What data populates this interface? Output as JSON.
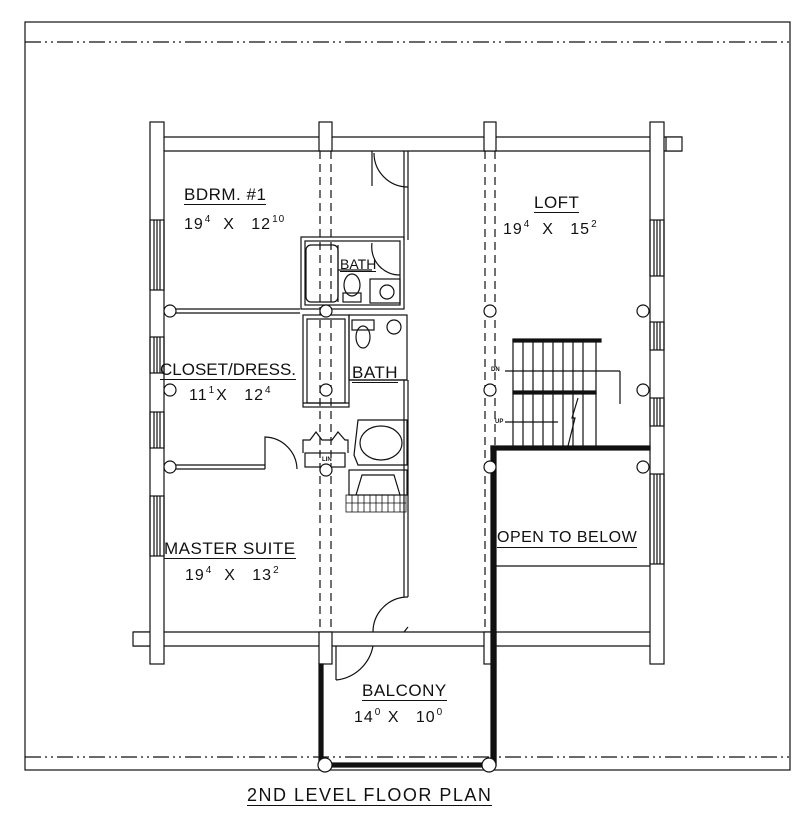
{
  "drawing": {
    "title": "2ND LEVEL FLOOR PLAN",
    "line_color": "#111111",
    "background": "#ffffff"
  },
  "rooms": {
    "bedroom1": {
      "name": "BDRM. #1",
      "dim_a": "19",
      "sup_a": "4",
      "x": "X",
      "dim_b": "12",
      "sup_b": "10"
    },
    "loft": {
      "name": "LOFT",
      "dim_a": "19",
      "sup_a": "4",
      "x": "X",
      "dim_b": "15",
      "sup_b": "2"
    },
    "closet": {
      "name": "CLOSET/DRESS.",
      "dim_a": "11",
      "sup_a": "1",
      "x": "X",
      "dim_b": "12",
      "sup_b": "4"
    },
    "master": {
      "name": "MASTER SUITE",
      "dim_a": "19",
      "sup_a": "4",
      "x": "X",
      "dim_b": "13",
      "sup_b": "2"
    },
    "balcony": {
      "name": "BALCONY",
      "dim_a": "14",
      "sup_a": "0",
      "x": "X",
      "dim_b": "10",
      "sup_b": "0"
    },
    "bath_small": {
      "name": "BATH"
    },
    "bath_master": {
      "name": "BATH"
    },
    "open_below": {
      "name": "OPEN TO BELOW"
    }
  },
  "annotations": {
    "stair_down": "DN",
    "stair_up": "UP",
    "linen": "LIN"
  }
}
